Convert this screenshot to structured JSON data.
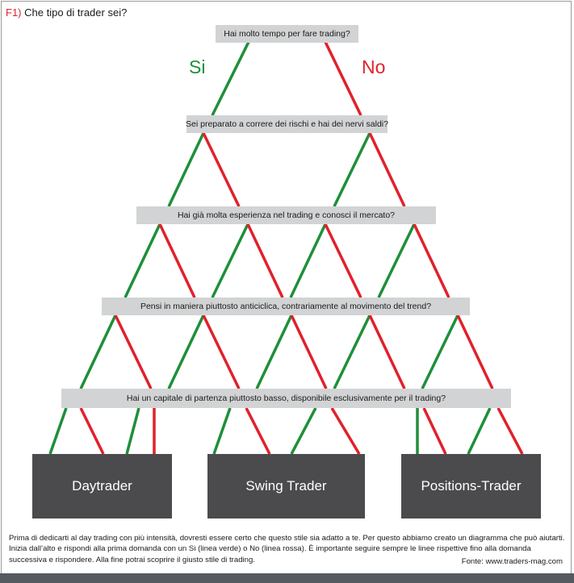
{
  "figure": {
    "number": "F1)",
    "title": "Che tipo di trader sei?"
  },
  "branches": {
    "yes": "Si",
    "no": "No"
  },
  "colors": {
    "yes": "#1e8f3a",
    "no": "#e0212b",
    "question_bg": "#d1d3d4",
    "outcome_bg": "#4b4b4d"
  },
  "questions": [
    "Hai molto tempo per fare trading?",
    "Sei preparato a correre dei rischi e hai dei nervi saldi?",
    "Hai già molta esperienza nel trading e conosci il mercato?",
    "Pensi in maniera piuttosto anticiclica, contrariamente al movimento del trend?",
    "Hai un capitale di partenza piuttosto basso, disponibile esclusivamente per il trading?"
  ],
  "outcomes": [
    "Daytrader",
    "Swing Trader",
    "Positions-Trader"
  ],
  "footer": {
    "text": "Prima di dedicarti al day trading con più intensità, dovresti essere certo che questo stile sia adatto a te. Per questo abbiamo creato un diagramma che può aiutarti. Inizia dall’alto e rispondi alla prima domanda con un Si (linea verde) o No (linea rossa). È importante seguire sempre le linee rispettive fino alla domanda successiva e rispondere. Alla fine potrai scoprire il giusto stile di trading.",
    "source": "Fonte: www.traders-mag.com"
  }
}
